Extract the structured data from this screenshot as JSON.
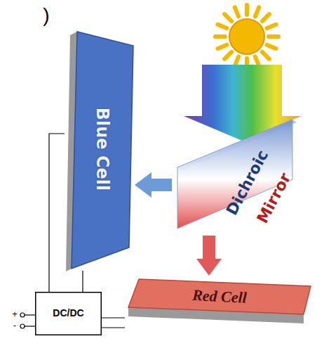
{
  "diagram": {
    "nodes": [
      {
        "text": [
          "Blue Cell"
        ]
      },
      {
        "text": [
          "Dichroic",
          "Mirror"
        ]
      },
      {
        "text": [
          "Red Cell"
        ]
      },
      {
        "text": [
          "DC/DC"
        ]
      }
    ],
    "edges": [
      {
        "from": 1,
        "to": 0,
        "arrow": "to"
      },
      {
        "from": 1,
        "to": 2,
        "arrow": "to"
      },
      {
        "from": 0,
        "to": 3,
        "arrow": "none"
      },
      {
        "from": 0,
        "to": 3,
        "arrow": "none"
      },
      {
        "from": 2,
        "to": 3,
        "arrow": "none"
      },
      {
        "from": 2,
        "to": 3,
        "arrow": "none"
      }
    ],
    "labels": [
      ")",
      "+",
      "-"
    ]
  }
}
